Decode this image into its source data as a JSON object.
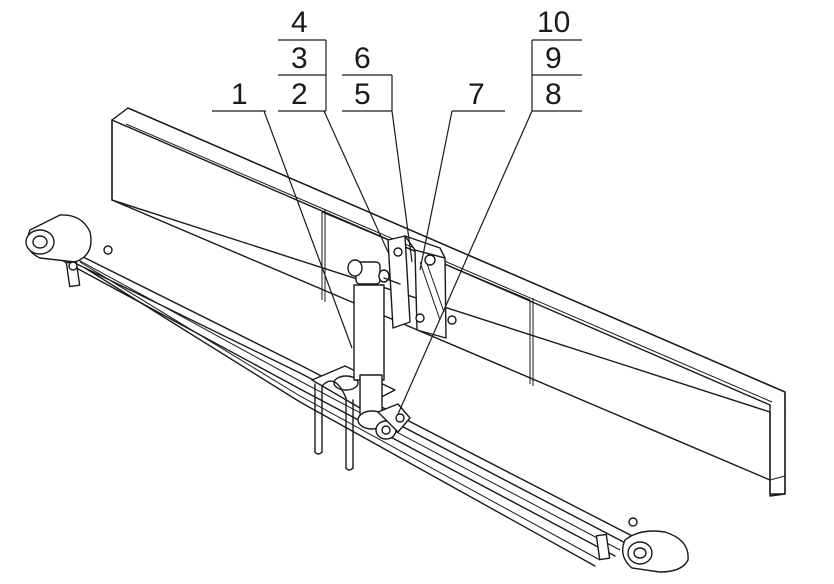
{
  "callouts": {
    "c1": "1",
    "c2": "2",
    "c3": "3",
    "c4": "4",
    "c5": "5",
    "c6": "6",
    "c7": "7",
    "c8": "8",
    "c9": "9",
    "c10": "10"
  },
  "parts": [
    "frame-rail",
    "leaf-spring",
    "shock-absorber",
    "upper-mounting-bracket",
    "lower-mounting-bracket",
    "u-bolt"
  ]
}
